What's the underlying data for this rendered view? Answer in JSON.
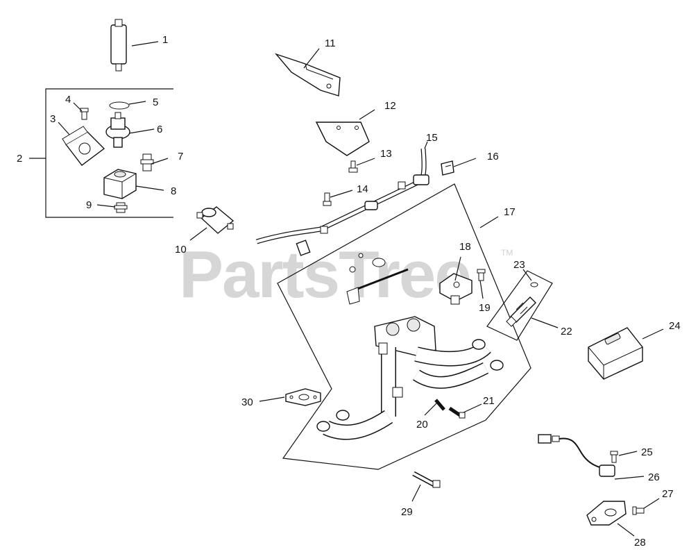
{
  "watermark": {
    "text": "PartsTree",
    "trademark": "TM"
  },
  "callouts": [
    {
      "id": "1",
      "label": "1"
    },
    {
      "id": "2",
      "label": "2"
    },
    {
      "id": "3",
      "label": "3"
    },
    {
      "id": "4",
      "label": "4"
    },
    {
      "id": "5",
      "label": "5"
    },
    {
      "id": "6",
      "label": "6"
    },
    {
      "id": "7",
      "label": "7"
    },
    {
      "id": "8",
      "label": "8"
    },
    {
      "id": "9",
      "label": "9"
    },
    {
      "id": "10",
      "label": "10"
    },
    {
      "id": "11",
      "label": "11"
    },
    {
      "id": "12",
      "label": "12"
    },
    {
      "id": "13",
      "label": "13"
    },
    {
      "id": "14",
      "label": "14"
    },
    {
      "id": "15",
      "label": "15"
    },
    {
      "id": "16",
      "label": "16"
    },
    {
      "id": "17",
      "label": "17"
    },
    {
      "id": "18",
      "label": "18"
    },
    {
      "id": "19",
      "label": "19"
    },
    {
      "id": "20",
      "label": "20"
    },
    {
      "id": "21",
      "label": "21"
    },
    {
      "id": "22",
      "label": "22"
    },
    {
      "id": "23",
      "label": "23"
    },
    {
      "id": "24",
      "label": "24"
    },
    {
      "id": "25",
      "label": "25"
    },
    {
      "id": "26",
      "label": "26"
    },
    {
      "id": "27",
      "label": "27"
    },
    {
      "id": "28",
      "label": "28"
    },
    {
      "id": "29",
      "label": "29"
    },
    {
      "id": "30",
      "label": "30"
    }
  ]
}
